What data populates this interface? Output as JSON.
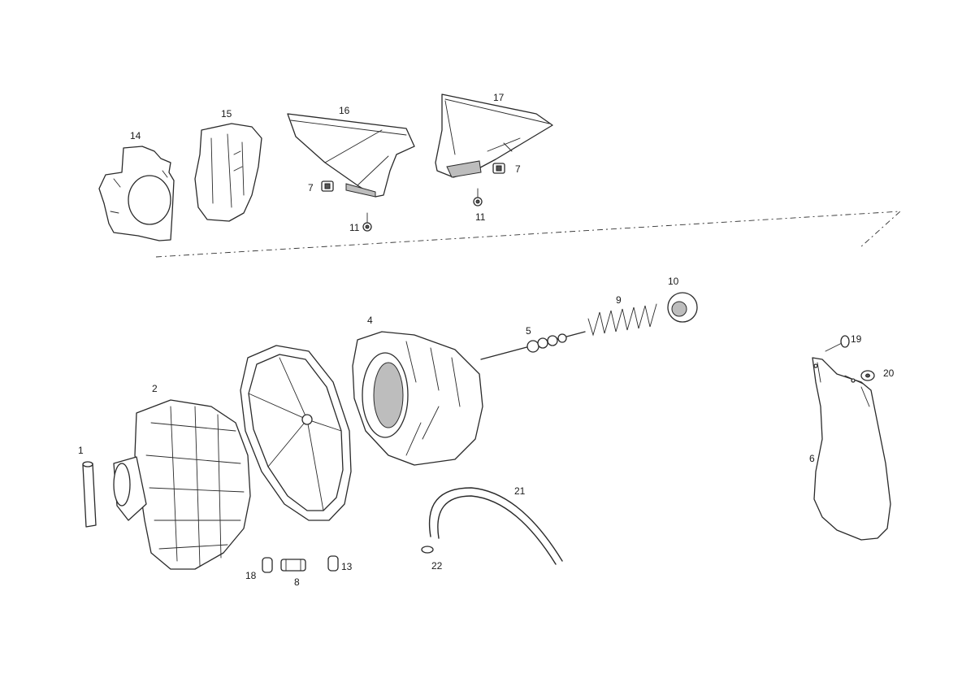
{
  "diagram": {
    "part_numbers": {
      "p1": "1",
      "p2": "2",
      "p4": "4",
      "p5": "5",
      "p6": "6",
      "p7a": "7",
      "p7b": "7",
      "p8": "8",
      "p9": "9",
      "p10": "10",
      "p11a": "11",
      "p11b": "11",
      "p13": "13",
      "p14": "14",
      "p15": "15",
      "p16": "16",
      "p17": "17",
      "p18": "18",
      "p19": "19",
      "p20": "20",
      "p21": "21",
      "p22": "22"
    }
  }
}
